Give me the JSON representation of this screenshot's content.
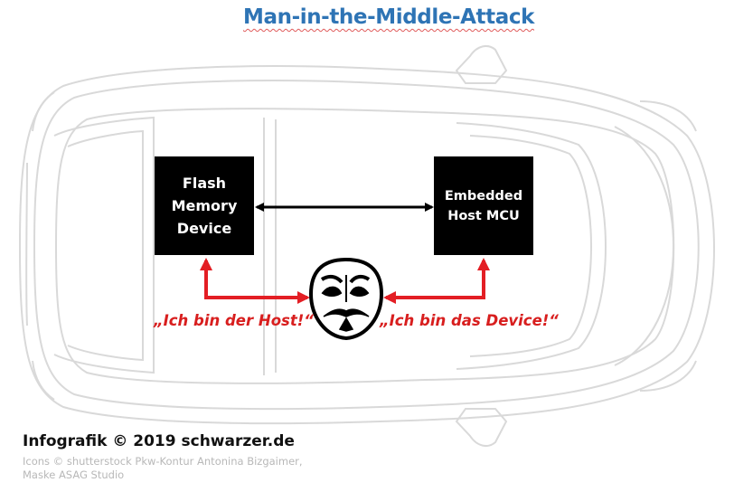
{
  "title": "Man-in-the-Middle-Attack",
  "flash_device": [
    "Flash",
    "Memory",
    "Device"
  ],
  "host_mcu": [
    "Embedded",
    "Host MCU"
  ],
  "attacker_quote_to_device": "„Ich bin der Host!“",
  "attacker_quote_to_host": "„Ich bin das Device!“",
  "credit": "Infografik © 2019 schwarzer.de",
  "icons_credit": [
    "Icons © shutterstock Pkw-Kontur Antonina Bizgaimer,",
    "Maske ASAG Studio"
  ],
  "icons": [
    "car-outline-icon",
    "anonymous-mask-icon"
  ],
  "colors": {
    "title": "#2e74b5",
    "attack_arrows": "#e31e24",
    "quotes": "#d81e1e",
    "boxes": "#000000",
    "car_outline": "#d9d9d9"
  }
}
